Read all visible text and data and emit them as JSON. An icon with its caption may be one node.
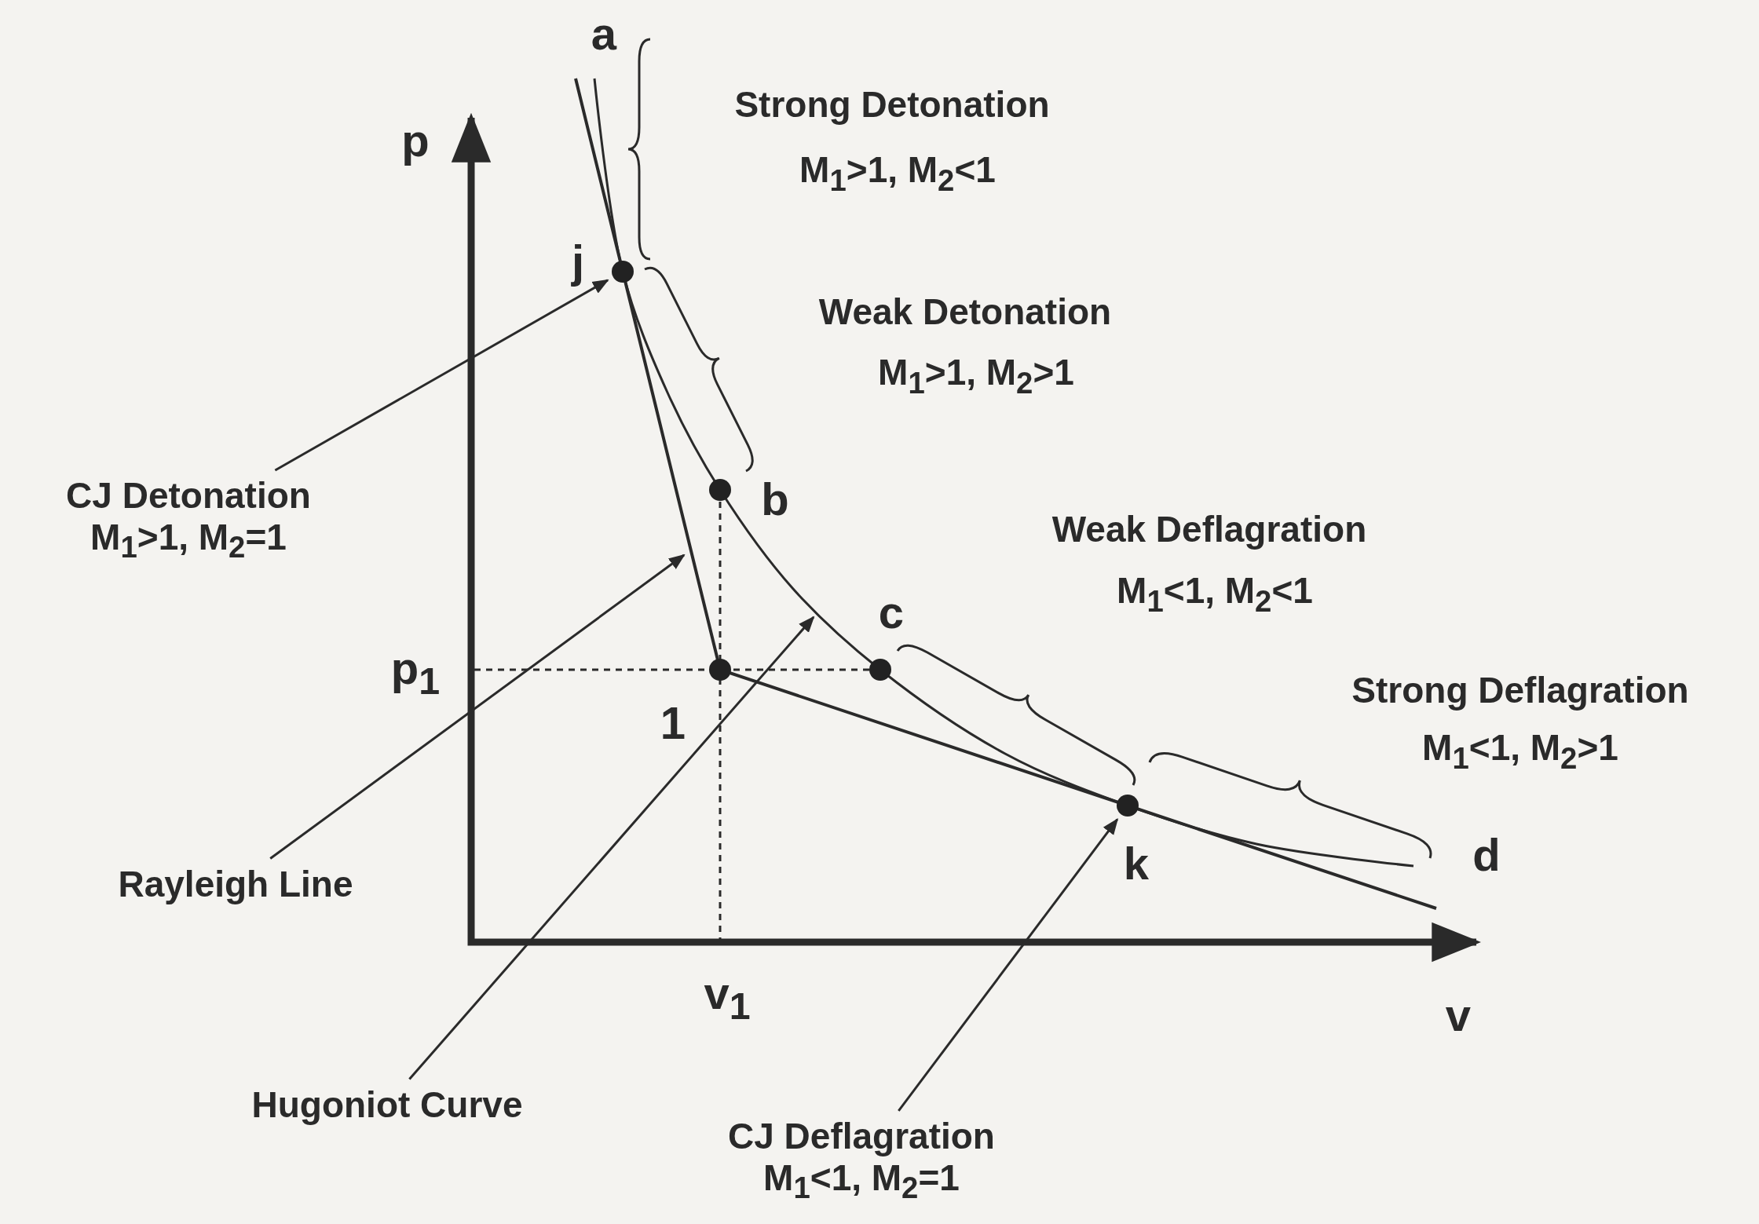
{
  "diagram": {
    "nodes": [
      {
        "text": [
          "CJ Detonation",
          "M$_{1}$>1, M$_{2}$=1"
        ]
      },
      {
        "text": [],
        "shape": "circle",
        "beside": [
          "j"
        ]
      },
      {
        "text": [
          "Rayleigh Line"
        ]
      },
      {
        "text": [
          "Hugoniot Curve"
        ]
      },
      {
        "text": [
          "CJ Deflagration",
          "M$_{1}$<1, M$_{2}$=1"
        ]
      },
      {
        "text": [],
        "shape": "circle",
        "beside": [
          "k"
        ]
      },
      {
        "text": [],
        "shape": "circle",
        "beside": [
          "b"
        ]
      },
      {
        "text": [],
        "shape": "circle",
        "beside": [
          "c"
        ]
      },
      {
        "text": [],
        "shape": "circle",
        "beside": [
          "1"
        ]
      }
    ],
    "edges": [
      {
        "from": 0,
        "to": 1,
        "arrow": "to"
      },
      {
        "from": 2,
        "to": null,
        "arrow": "to"
      },
      {
        "from": 3,
        "to": null,
        "arrow": "to"
      },
      {
        "from": 4,
        "to": 5,
        "arrow": "to"
      }
    ],
    "labels": [
      "a",
      "p",
      "Strong Detonation",
      "M$_{1}$>1, M$_{2}$<1",
      "Weak  Detonation",
      "M$_{1}$>1, M$_{2}$>1",
      "Weak Deflagration",
      "M$_{1}$<1, M$_{2}$<1",
      "p$_{1}$",
      "Strong Deflagration",
      "M$_{1}$<1, M$_{2}$>1",
      "d",
      "v$_{1}$",
      "v"
    ]
  }
}
